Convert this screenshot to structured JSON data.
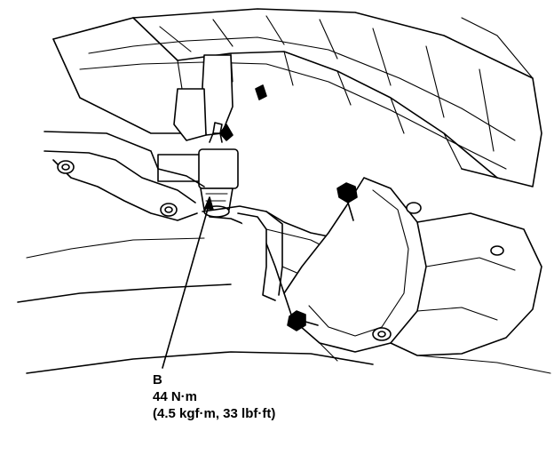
{
  "callout": {
    "letter": "B",
    "torque_nm": "44 N·m",
    "torque_alt": "(4.5 kgf·m, 33 lbf·ft)"
  },
  "icons": [
    "leader-arrow"
  ]
}
